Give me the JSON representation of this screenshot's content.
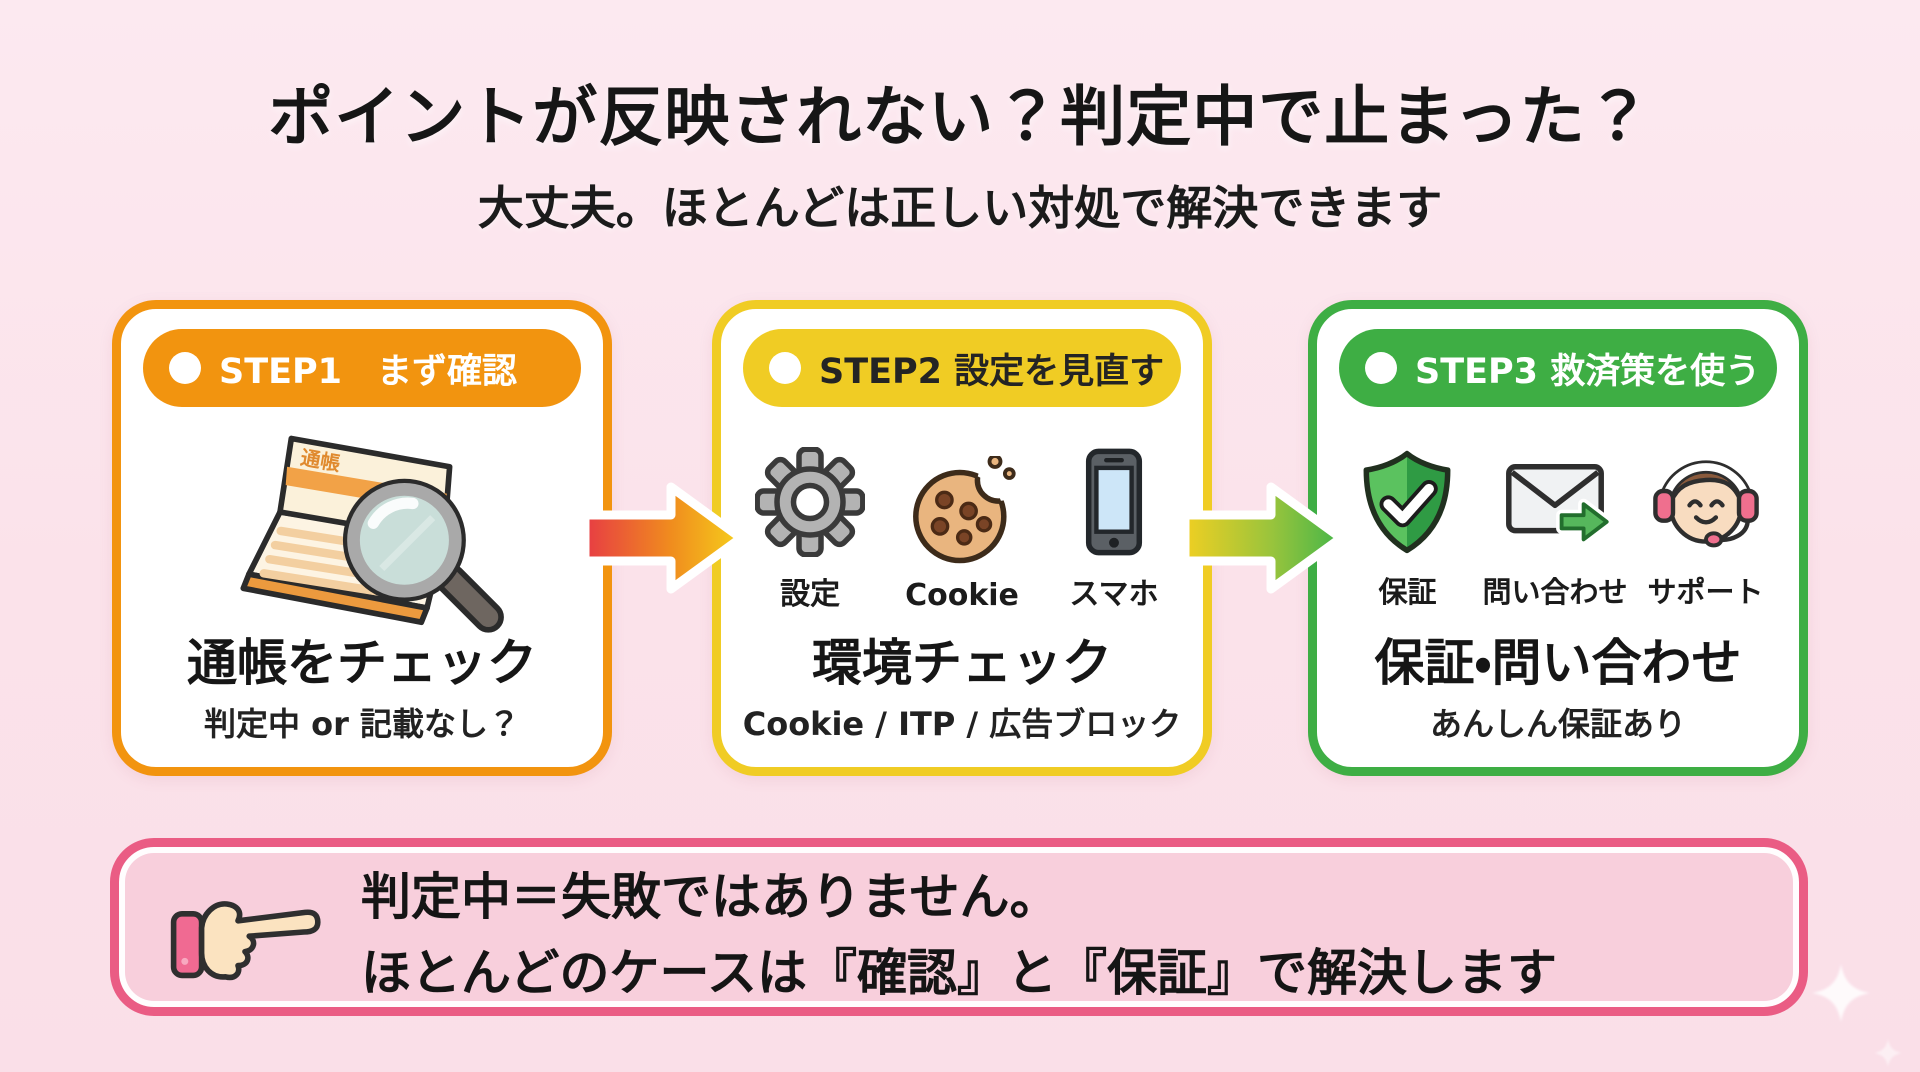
{
  "page": {
    "background_color": "#FBE2EA"
  },
  "header": {
    "title": "ポイントが反映されない？判定中で止まった？",
    "subtitle": "大丈夫。ほとんどは正しい対処で解決できます"
  },
  "steps": [
    {
      "badge": "STEP1　まず確認",
      "title": "通帳をチェック",
      "subtitle": "判定中 or 記載なし？",
      "accent_color": "#F2940F",
      "badge_text_color": "#FFFFFF",
      "illustration": {
        "icon": "passbook-magnifier-icon",
        "passbook_label": "通帳"
      }
    },
    {
      "badge": "STEP2 設定を見直す",
      "title": "環境チェック",
      "subtitle": "Cookie / ITP / 広告ブロック",
      "accent_color": "#F0CC24",
      "badge_text_color": "#242424",
      "icons": [
        {
          "icon": "gear-icon",
          "label": "設定"
        },
        {
          "icon": "cookie-icon",
          "label": "Cookie"
        },
        {
          "icon": "smartphone-icon",
          "label": "スマホ"
        }
      ]
    },
    {
      "badge": "STEP3 救済策を使う",
      "title": "保証・問い合わせ",
      "subtitle": "あんしん保証あり",
      "accent_color": "#3EAE44",
      "badge_text_color": "#FFFFFF",
      "icons": [
        {
          "icon": "shield-check-icon",
          "label": "保証"
        },
        {
          "icon": "envelope-arrow-icon",
          "label": "問い合わせ"
        },
        {
          "icon": "support-agent-icon",
          "label": "サポート"
        }
      ]
    }
  ],
  "arrows": [
    {
      "icon": "arrow-right-icon",
      "from": "step1",
      "to": "step2",
      "gradient": [
        "#E73C44",
        "#F08C1E",
        "#F6CF1B"
      ]
    },
    {
      "icon": "arrow-right-icon",
      "from": "step2",
      "to": "step3",
      "gradient": [
        "#F0CF22",
        "#9AC43C",
        "#45B649"
      ]
    }
  ],
  "note": {
    "icon": "pointing-finger-icon",
    "line1": "判定中＝失敗ではありません。",
    "line2": "ほとんどのケースは『確認』と『保証』で解決します",
    "border_color": "#EA5C84",
    "background_color": "#F8CFDC"
  },
  "decorations": [
    {
      "icon": "sparkle-icon",
      "color": "#FFFFFF"
    }
  ]
}
